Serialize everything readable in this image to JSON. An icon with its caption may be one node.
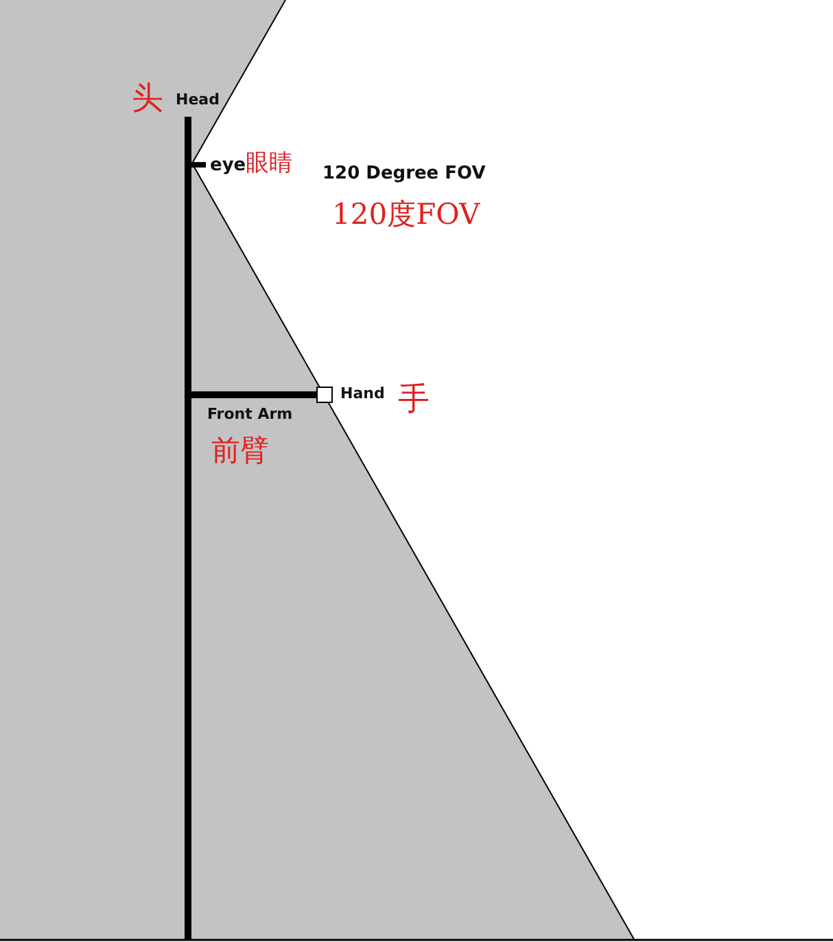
{
  "diagram": {
    "labels": [
      "头",
      "Head",
      "eye",
      "眼睛",
      "120 Degree FOV",
      "120度FOV",
      "Hand",
      "手",
      "Front Arm",
      "前臂"
    ]
  }
}
